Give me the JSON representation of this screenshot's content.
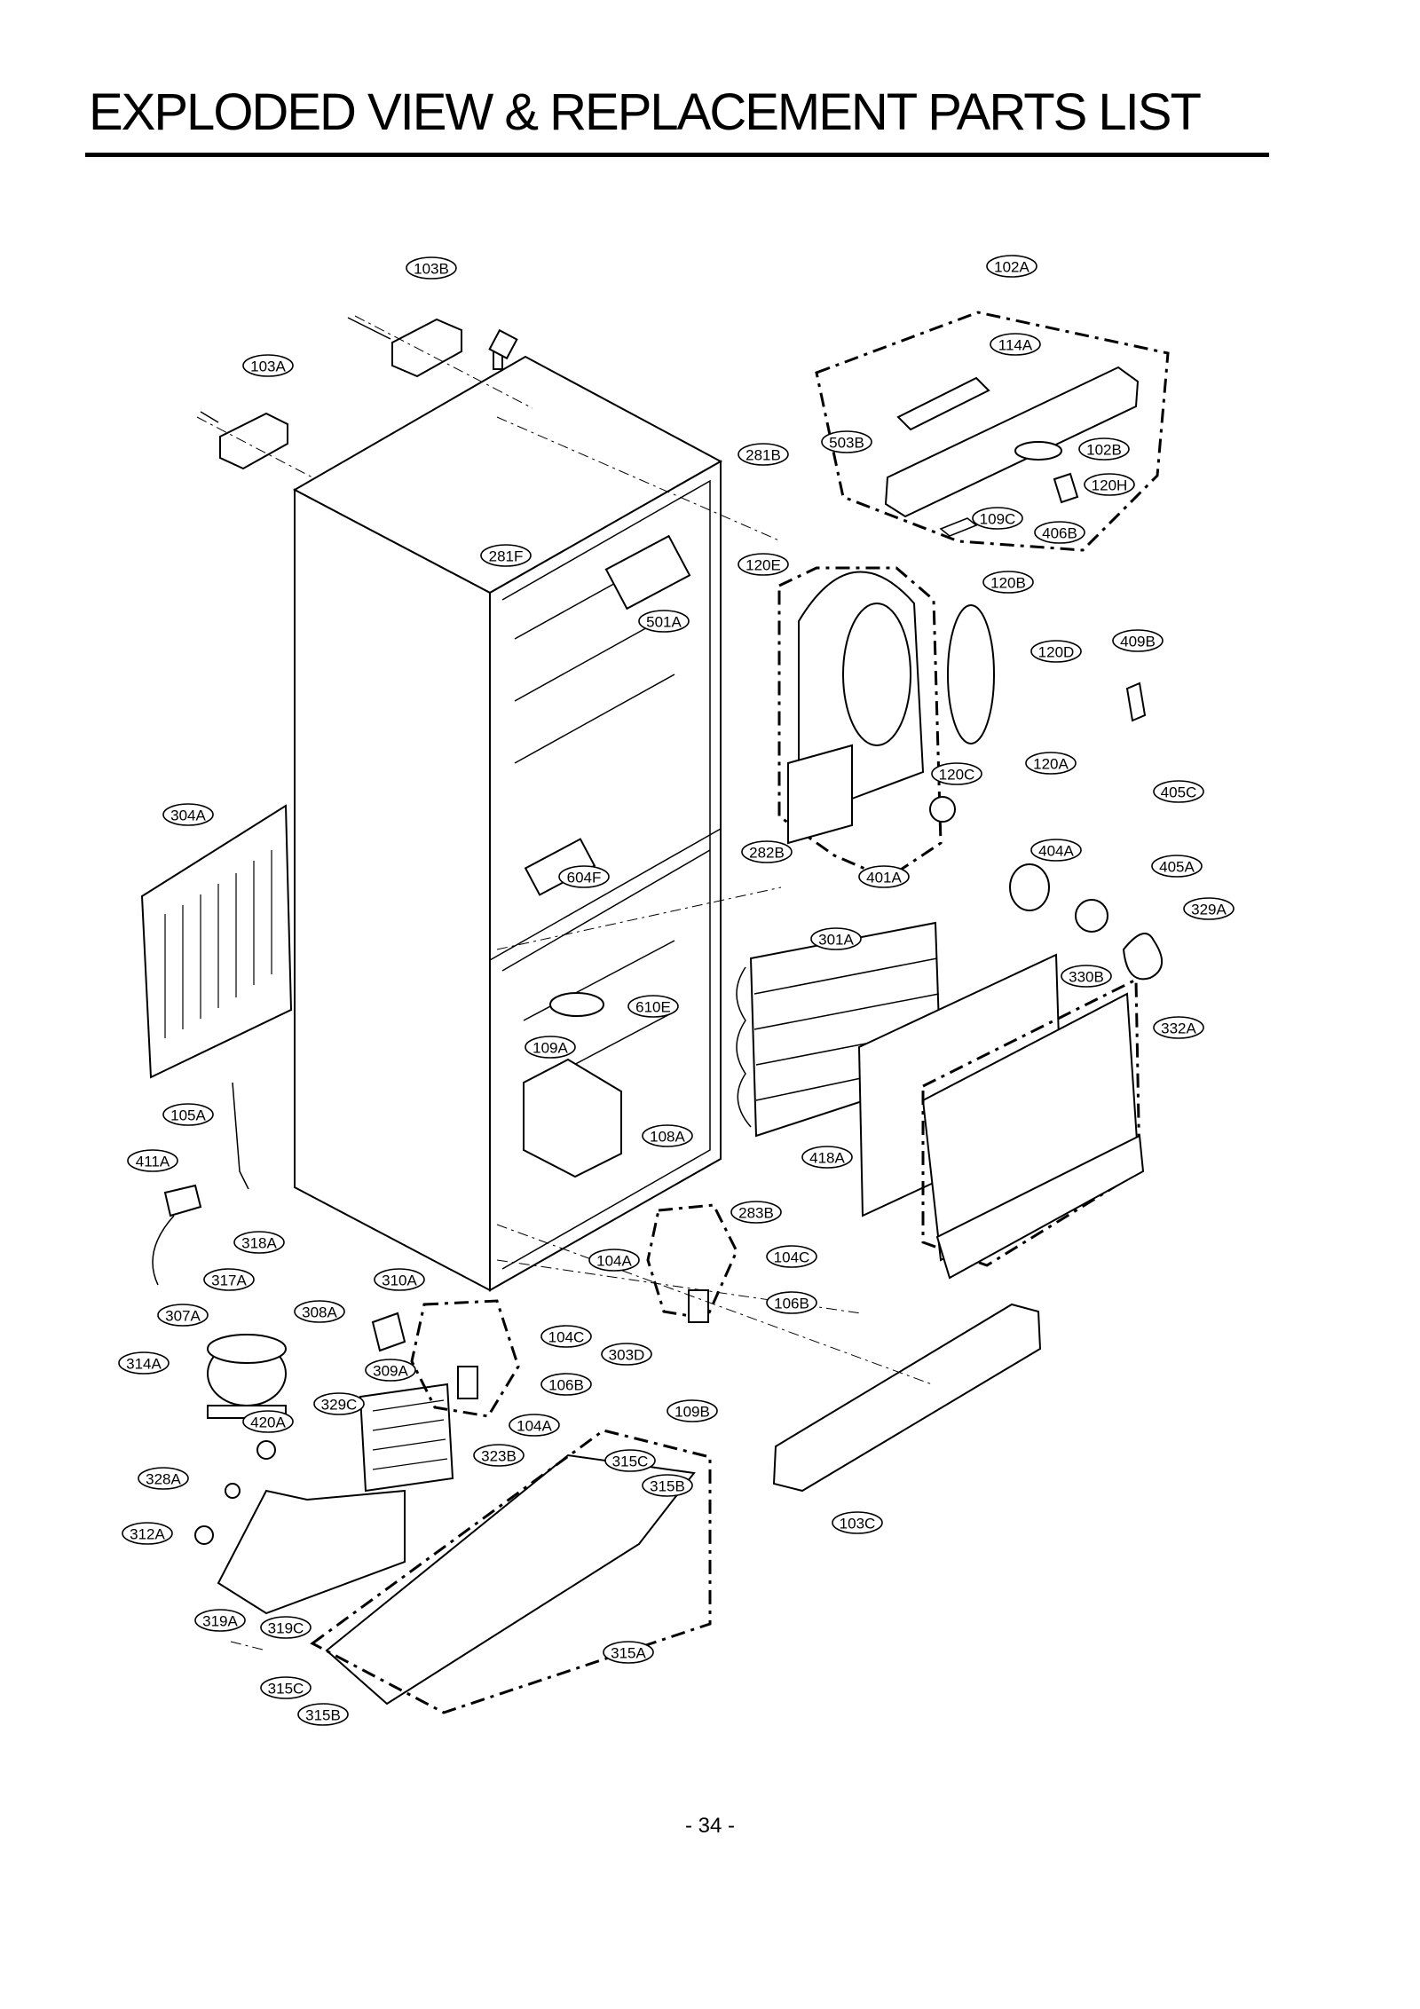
{
  "title": "EXPLODED VIEW & REPLACEMENT PARTS LIST",
  "page_number": "- 34 -",
  "callouts": [
    {
      "label": "103B"
    },
    {
      "label": "102A"
    },
    {
      "label": "114A"
    },
    {
      "label": "103A"
    },
    {
      "label": "503B"
    },
    {
      "label": "281B"
    },
    {
      "label": "102B"
    },
    {
      "label": "120H"
    },
    {
      "label": "109C"
    },
    {
      "label": "406B"
    },
    {
      "label": "281F"
    },
    {
      "label": "120E"
    },
    {
      "label": "120B"
    },
    {
      "label": "501A"
    },
    {
      "label": "409B"
    },
    {
      "label": "120D"
    },
    {
      "label": "120C"
    },
    {
      "label": "120A"
    },
    {
      "label": "405C"
    },
    {
      "label": "304A"
    },
    {
      "label": "282B"
    },
    {
      "label": "404A"
    },
    {
      "label": "604F"
    },
    {
      "label": "401A"
    },
    {
      "label": "405A"
    },
    {
      "label": "301A"
    },
    {
      "label": "329A"
    },
    {
      "label": "330B"
    },
    {
      "label": "610E"
    },
    {
      "label": "332A"
    },
    {
      "label": "109A"
    },
    {
      "label": "105A"
    },
    {
      "label": "108A"
    },
    {
      "label": "418A"
    },
    {
      "label": "411A"
    },
    {
      "label": "283B"
    },
    {
      "label": "318A"
    },
    {
      "label": "104C"
    },
    {
      "label": "104A"
    },
    {
      "label": "317A"
    },
    {
      "label": "310A"
    },
    {
      "label": "106B"
    },
    {
      "label": "307A"
    },
    {
      "label": "308A"
    },
    {
      "label": "104C"
    },
    {
      "label": "303D"
    },
    {
      "label": "314A"
    },
    {
      "label": "309A"
    },
    {
      "label": "106B"
    },
    {
      "label": "109B"
    },
    {
      "label": "329C"
    },
    {
      "label": "420A"
    },
    {
      "label": "104A"
    },
    {
      "label": "323B"
    },
    {
      "label": "315C"
    },
    {
      "label": "328A"
    },
    {
      "label": "315B"
    },
    {
      "label": "103C"
    },
    {
      "label": "312A"
    },
    {
      "label": "319A"
    },
    {
      "label": "319C"
    },
    {
      "label": "315A"
    },
    {
      "label": "315C"
    },
    {
      "label": "315B"
    }
  ]
}
